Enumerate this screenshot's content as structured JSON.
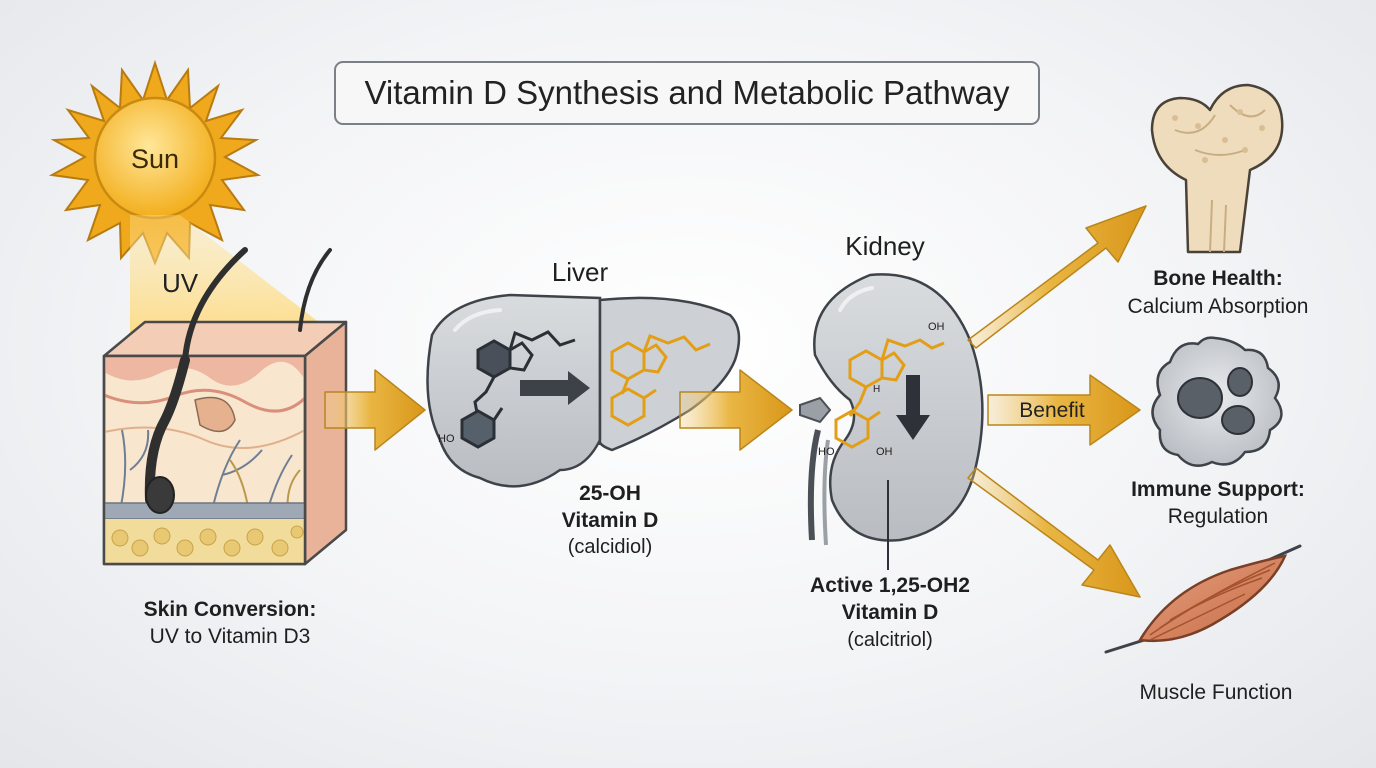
{
  "title": "Vitamin D Synthesis and Metabolic Pathway",
  "sun": {
    "label": "Sun",
    "ray_label": "UV"
  },
  "skin": {
    "title": "Skin Conversion:",
    "subtitle": "UV to Vitamin D3"
  },
  "liver": {
    "label": "Liver",
    "product_line1": "25-OH",
    "product_line2": "Vitamin D",
    "product_name": "(calcidiol)",
    "molecule_text": "HO"
  },
  "kidney": {
    "label": "Kidney",
    "product_line1": "Active 1,25-OH2",
    "product_line2": "Vitamin D",
    "product_name": "(calcitriol)",
    "molecule_texts": [
      "OH",
      "H",
      "HO",
      "OH"
    ]
  },
  "benefit_arrow_label": "Benefit",
  "benefits": [
    {
      "bold": "Bone Health:",
      "text": "Calcium Absorption"
    },
    {
      "bold": "Immune Support:",
      "text": "Regulation"
    },
    {
      "bold": "",
      "text": "Muscle Function"
    }
  ],
  "colors": {
    "arrow_gold": "#e3a72a",
    "sun_yellow": "#f6b927",
    "organ_gray": "#c8cbcf",
    "molecule_gold": "#e8a21c",
    "molecule_dark": "#2b3036",
    "skin_pink": "#eab9a2",
    "muscle": "#cf7a55",
    "bone": "#efdcbd"
  }
}
